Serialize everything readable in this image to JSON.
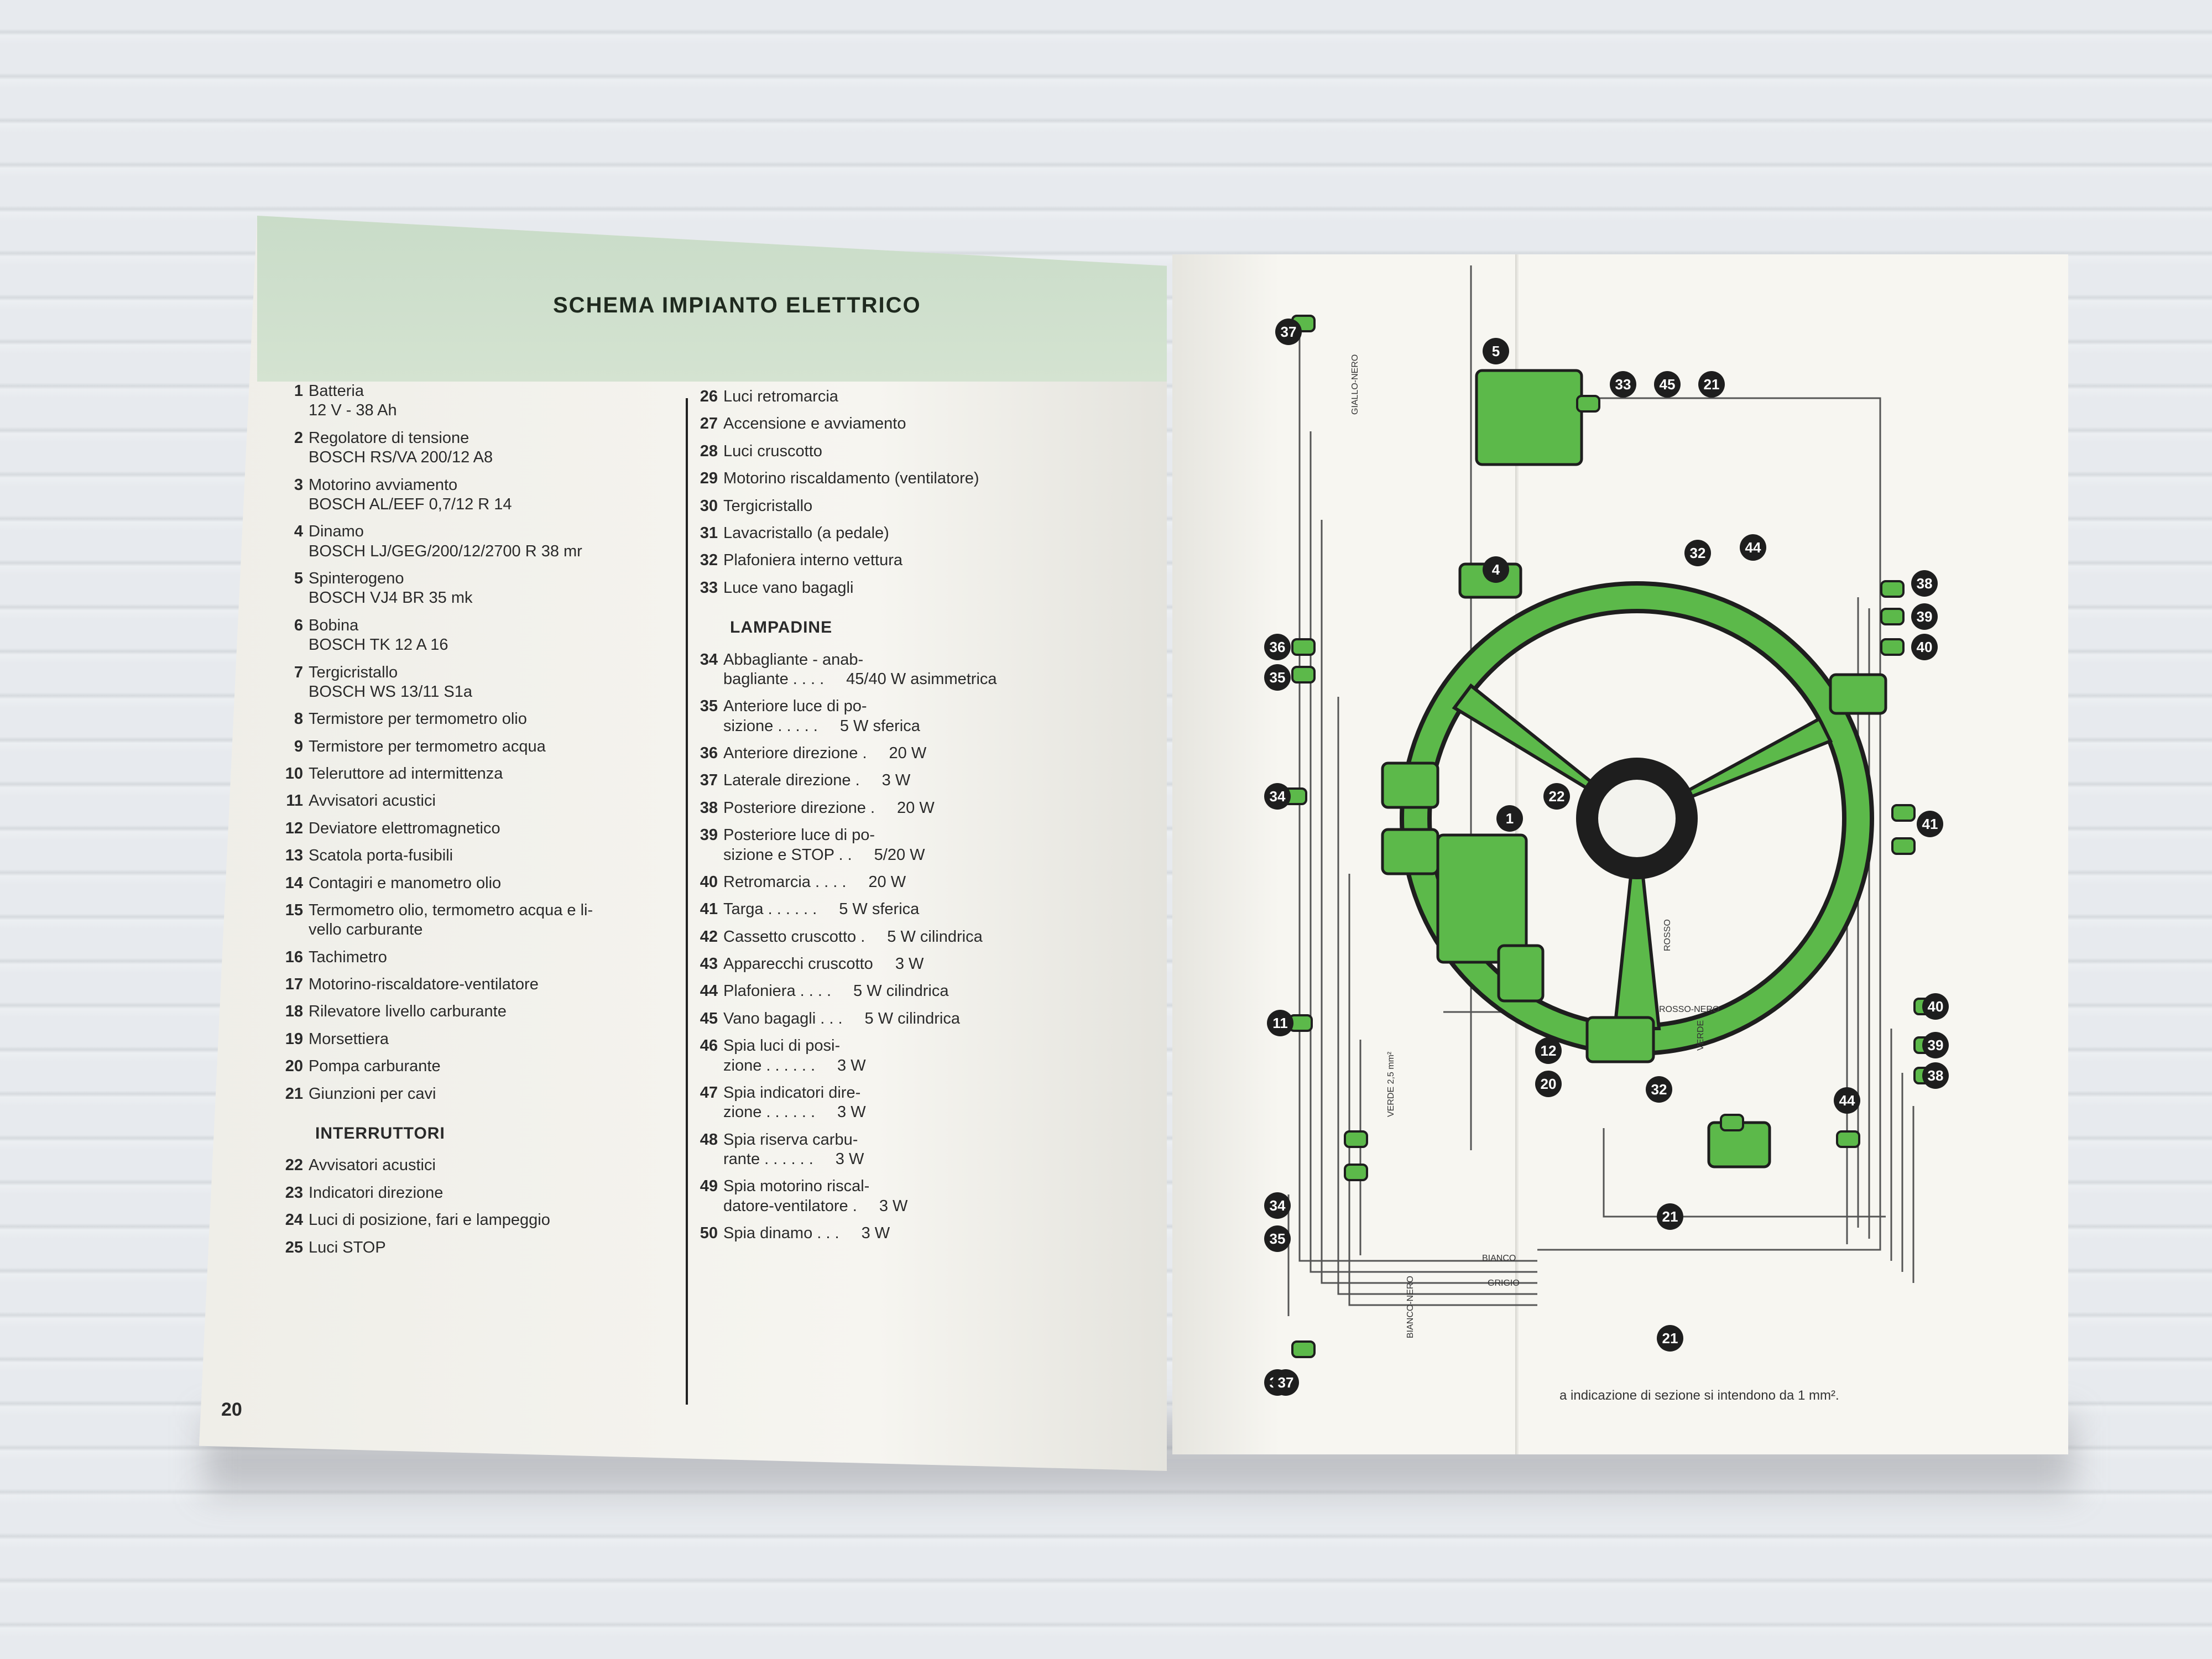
{
  "left_page": {
    "title": "SCHEMA IMPIANTO ELETTRICO",
    "page_number": "20",
    "components": [
      {
        "n": "1",
        "label": "Batteria",
        "sub": "12 V - 38 Ah"
      },
      {
        "n": "2",
        "label": "Regolatore di tensione",
        "sub": "BOSCH RS/VA 200/12 A8"
      },
      {
        "n": "3",
        "label": "Motorino avviamento",
        "sub": "BOSCH AL/EEF 0,7/12 R 14"
      },
      {
        "n": "4",
        "label": "Dinamo",
        "sub": "BOSCH LJ/GEG/200/12/2700 R 38 mr"
      },
      {
        "n": "5",
        "label": "Spinterogeno",
        "sub": "BOSCH VJ4 BR 35 mk"
      },
      {
        "n": "6",
        "label": "Bobina",
        "sub": "BOSCH TK 12 A 16"
      },
      {
        "n": "7",
        "label": "Tergicristallo",
        "sub": "BOSCH WS 13/11 S1a"
      },
      {
        "n": "8",
        "label": "Termistore per termometro olio"
      },
      {
        "n": "9",
        "label": "Termistore per termometro acqua"
      },
      {
        "n": "10",
        "label": "Teleruttore ad intermittenza"
      },
      {
        "n": "11",
        "label": "Avvisatori acustici"
      },
      {
        "n": "12",
        "label": "Deviatore elettromagnetico"
      },
      {
        "n": "13",
        "label": "Scatola porta-fusibili"
      },
      {
        "n": "14",
        "label": "Contagiri e manometro olio"
      },
      {
        "n": "15",
        "label": "Termometro olio, termometro acqua e li-",
        "sub": "vello carburante"
      },
      {
        "n": "16",
        "label": "Tachimetro"
      },
      {
        "n": "17",
        "label": "Motorino-riscaldatore-ventilatore"
      },
      {
        "n": "18",
        "label": "Rilevatore livello carburante"
      },
      {
        "n": "19",
        "label": "Morsettiera"
      },
      {
        "n": "20",
        "label": "Pompa carburante"
      },
      {
        "n": "21",
        "label": "Giunzioni per cavi"
      }
    ],
    "switches_title": "INTERRUTTORI",
    "switches": [
      {
        "n": "22",
        "label": "Avvisatori acustici"
      },
      {
        "n": "23",
        "label": "Indicatori direzione"
      },
      {
        "n": "24",
        "label": "Luci di posizione, fari e lampeggio"
      },
      {
        "n": "25",
        "label": "Luci STOP"
      }
    ],
    "switches_cont": [
      {
        "n": "26",
        "label": "Luci retromarcia"
      },
      {
        "n": "27",
        "label": "Accensione e avviamento"
      },
      {
        "n": "28",
        "label": "Luci cruscotto"
      },
      {
        "n": "29",
        "label": "Motorino riscaldamento (ventilatore)"
      },
      {
        "n": "30",
        "label": "Tergicristallo"
      },
      {
        "n": "31",
        "label": "Lavacristallo (a pedale)"
      },
      {
        "n": "32",
        "label": "Plafoniera interno vettura"
      },
      {
        "n": "33",
        "label": "Luce vano bagagli"
      }
    ],
    "lamps_title": "LAMPADINE",
    "lamps": [
      {
        "n": "34",
        "label": "Abbagliante - anab-",
        "sub": "bagliante . . . .",
        "val": "45/40 W asimmetrica"
      },
      {
        "n": "35",
        "label": "Anteriore luce di po-",
        "sub": "sizione . . . . .",
        "val": "5 W sferica"
      },
      {
        "n": "36",
        "label": "Anteriore direzione .",
        "val": "20 W"
      },
      {
        "n": "37",
        "label": "Laterale direzione .",
        "val": "3 W"
      },
      {
        "n": "38",
        "label": "Posteriore direzione .",
        "val": "20 W"
      },
      {
        "n": "39",
        "label": "Posteriore luce di po-",
        "sub": "sizione e STOP . .",
        "val": "5/20 W"
      },
      {
        "n": "40",
        "label": "Retromarcia . . . .",
        "val": "20 W"
      },
      {
        "n": "41",
        "label": "Targa . . . . . .",
        "val": "5 W sferica"
      },
      {
        "n": "42",
        "label": "Cassetto cruscotto .",
        "val": "5 W cilindrica"
      },
      {
        "n": "43",
        "label": "Apparecchi cruscotto",
        "val": "3 W"
      },
      {
        "n": "44",
        "label": "Plafoniera . . . .",
        "val": "5 W cilindrica"
      },
      {
        "n": "45",
        "label": "Vano bagagli . . .",
        "val": "5 W cilindrica"
      },
      {
        "n": "46",
        "label": "Spia luci di posi-",
        "sub": "zione . . . . . .",
        "val": "3 W"
      },
      {
        "n": "47",
        "label": "Spia indicatori dire-",
        "sub": "zione . . . . . .",
        "val": "3 W"
      },
      {
        "n": "48",
        "label": "Spia riserva carbu-",
        "sub": "rante . . . . . .",
        "val": "3 W"
      },
      {
        "n": "49",
        "label": "Spia motorino riscal-",
        "sub": "datore-ventilatore .",
        "val": "3 W"
      },
      {
        "n": "50",
        "label": "Spia dinamo . . .",
        "val": "3 W"
      }
    ]
  },
  "right_page": {
    "wire_labels": [
      "GIALLO-NERO",
      "VERDE 2,5 mm²",
      "ROSSO-NERO",
      "BIANCO",
      "BIANCO-NERO",
      "GRIGIO",
      "VERDE",
      "ROSSO"
    ],
    "callouts": [
      "37",
      "36",
      "35",
      "34",
      "11",
      "34",
      "35",
      "36",
      "37",
      "5",
      "4",
      "1",
      "22",
      "12",
      "20",
      "33",
      "45",
      "21",
      "32",
      "44",
      "38",
      "39",
      "40",
      "41",
      "40",
      "39",
      "38",
      "32",
      "44",
      "21",
      "21"
    ],
    "footnote": "a indicazione di sezione si intendono da 1 mm².",
    "colors": {
      "green": "#5cb94a",
      "ink": "#1e1e1e",
      "wire": "#555"
    }
  }
}
